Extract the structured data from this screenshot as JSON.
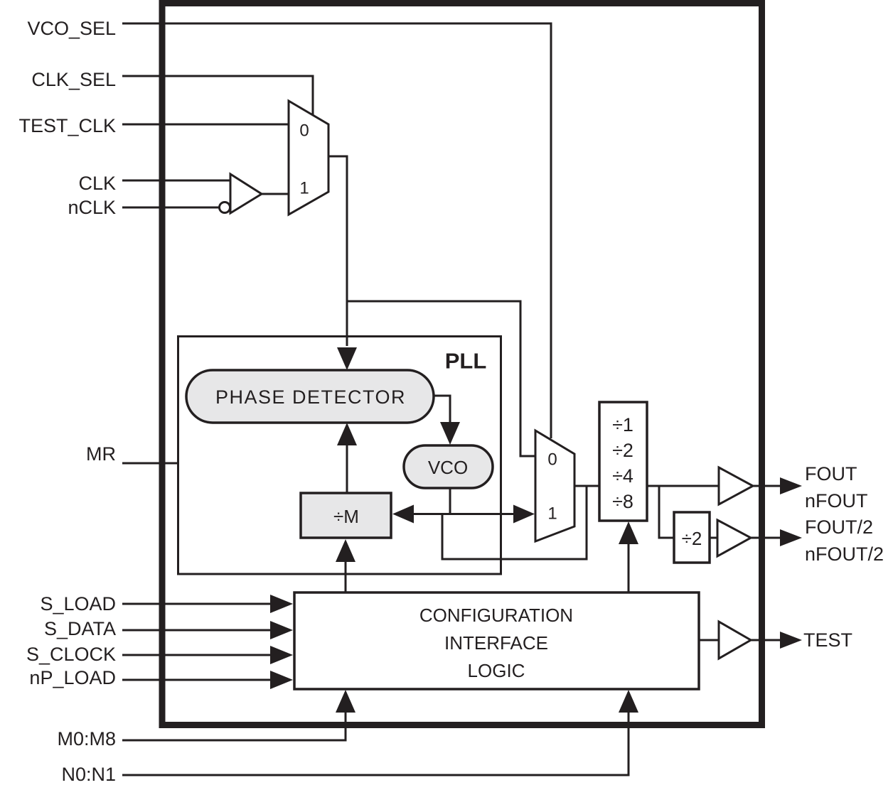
{
  "palette": {
    "ink": "#231f20",
    "block_fill": "#e7e7e8",
    "background": "#ffffff"
  },
  "ports": {
    "vco_sel": "VCO_SEL",
    "clk_sel": "CLK_SEL",
    "test_clk": "TEST_CLK",
    "clk": "CLK",
    "nclk": "nCLK",
    "mr": "MR",
    "s_load": "S_LOAD",
    "s_data": "S_DATA",
    "s_clock": "S_CLOCK",
    "np_load": "nP_LOAD",
    "m_bus": "M0:M8",
    "n_bus": "N0:N1",
    "fout": "FOUT",
    "nfout": "nFOUT",
    "fout_div2": "FOUT/2",
    "nfout_div2": "nFOUT/2",
    "test": "TEST"
  },
  "blocks": {
    "pll": "PLL",
    "phase_detector": "PHASE DETECTOR",
    "vco": "VCO",
    "m_divider": "÷M",
    "post_divider": "÷2",
    "output_divider": {
      "d1": "÷1",
      "d2": "÷2",
      "d4": "÷4",
      "d8": "÷8"
    },
    "config": {
      "line1": "CONFIGURATION",
      "line2": "INTERFACE",
      "line3": "LOGIC"
    }
  },
  "mux": {
    "input0": "0",
    "input1": "1"
  }
}
